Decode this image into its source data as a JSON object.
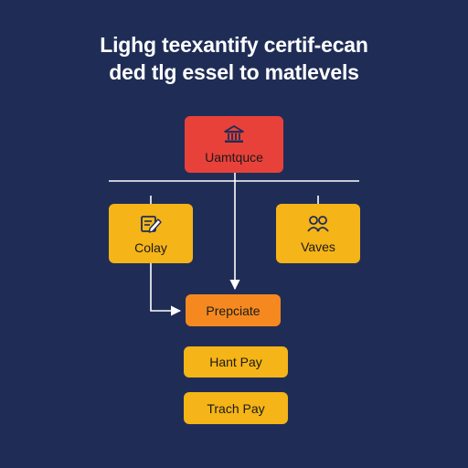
{
  "title": {
    "line1": "Lighg teexantify certif-ecan",
    "line2": "ded tlg essel to matlevels"
  },
  "nodes": {
    "root": {
      "label": "Uamtquce",
      "icon": "bank-icon"
    },
    "left": {
      "label": "Colay",
      "icon": "edit-document-icon"
    },
    "right": {
      "label": "Vaves",
      "icon": "users-icon"
    },
    "center": {
      "label": "Prepciate"
    },
    "pay1": {
      "label": "Hant Pay"
    },
    "pay2": {
      "label": "Trach Pay"
    }
  },
  "colors": {
    "background": "#1f2d56",
    "root": "#e8413a",
    "branch": "#f5b417",
    "center": "#f5891f",
    "connector": "#ffffff"
  }
}
